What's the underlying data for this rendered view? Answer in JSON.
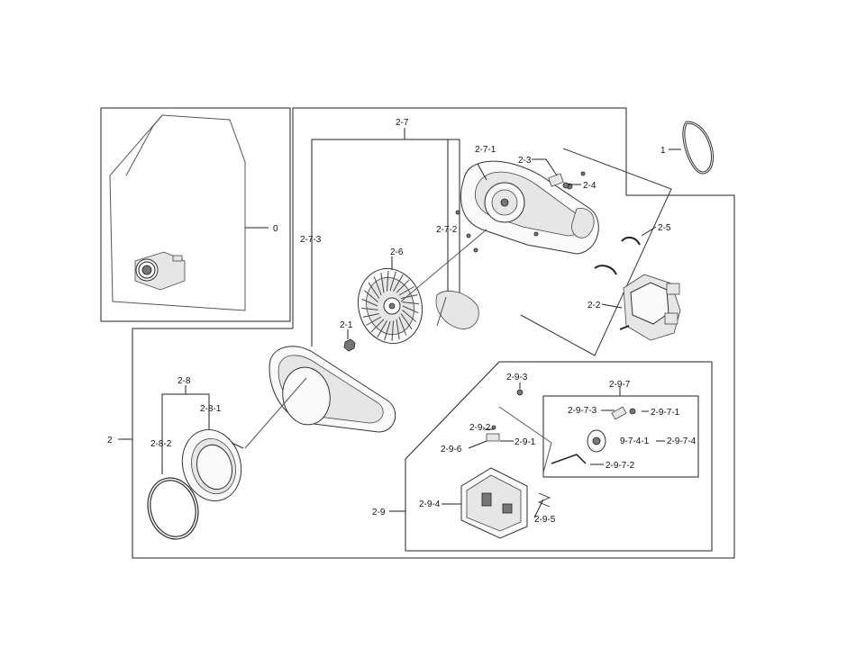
{
  "labels": {
    "l0": "0",
    "l1": "1",
    "l2": "2",
    "l2_1": "2-1",
    "l2_2": "2-2",
    "l2_3": "2-3",
    "l2_4": "2-4",
    "l2_5": "2-5",
    "l2_6": "2-6",
    "l2_7": "2-7",
    "l2_7_1": "2-7-1",
    "l2_7_2": "2-7-2",
    "l2_7_3": "2-7-3",
    "l2_8": "2-8",
    "l2_8_1": "2-8-1",
    "l2_8_2": "2-8-2",
    "l2_9": "2-9",
    "l2_9_1": "2-9-1",
    "l2_9_2": "2-9-2",
    "l2_9_3": "2-9-3",
    "l2_9_4": "2-9-4",
    "l2_9_5": "2-9-5",
    "l2_9_6": "2-9-6",
    "l2_9_7": "2-9-7",
    "l2_9_7_1": "2-9-7-1",
    "l2_9_7_2": "2-9-7-2",
    "l2_9_7_3": "2-9-7-3",
    "l2_9_7_4": "2-9-7-4",
    "l9_7_4_1": "9-7-4-1"
  }
}
